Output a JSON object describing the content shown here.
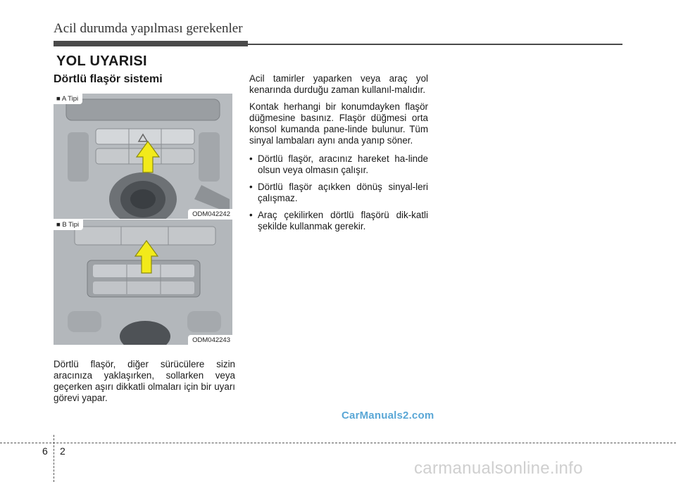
{
  "header": {
    "chapter_title": "Acil durumda yapılması gerekenler"
  },
  "section": {
    "title": "YOL UYARISI",
    "subtitle": "Dörtlü flaşör sistemi"
  },
  "figures": [
    {
      "tag": "■ A Tipi",
      "code": "ODM042242"
    },
    {
      "tag": "■ B Tipi",
      "code": "ODM042243"
    }
  ],
  "left_text": "Dörtlü flaşör, diğer sürücülere sizin aracınıza yaklaşırken, sollarken veya geçerken aşırı dikkatli olmaları için bir uyarı görevi yapar.",
  "right": {
    "paragraphs": [
      "Acil tamirler yaparken veya araç yol kenarında durduğu zaman kullanıl-malıdır.",
      "Kontak herhangi bir konumdayken flaşör düğmesine basınız. Flaşör düğmesi orta konsol kumanda pane-linde bulunur. Tüm sinyal lambaları aynı anda yanıp söner."
    ],
    "bullets": [
      "Dörtlü flaşör, aracınız hareket ha-linde olsun veya olmasın çalışır.",
      "Dörtlü flaşör açıkken dönüş sinyal-leri çalışmaz.",
      "Araç çekilirken dörtlü flaşörü dik-katli şekilde kullanmak gerekir."
    ],
    "bullet_glyph": "•"
  },
  "footer": {
    "chapter": "6",
    "page": "2"
  },
  "watermarks": {
    "top": "CarManuals2.com",
    "bottom": "carmanualsonline.info"
  },
  "colors": {
    "arrow_fill": "#f2ea1a",
    "arrow_stroke": "#8a8a10",
    "watermark": "#5aa7d6"
  }
}
